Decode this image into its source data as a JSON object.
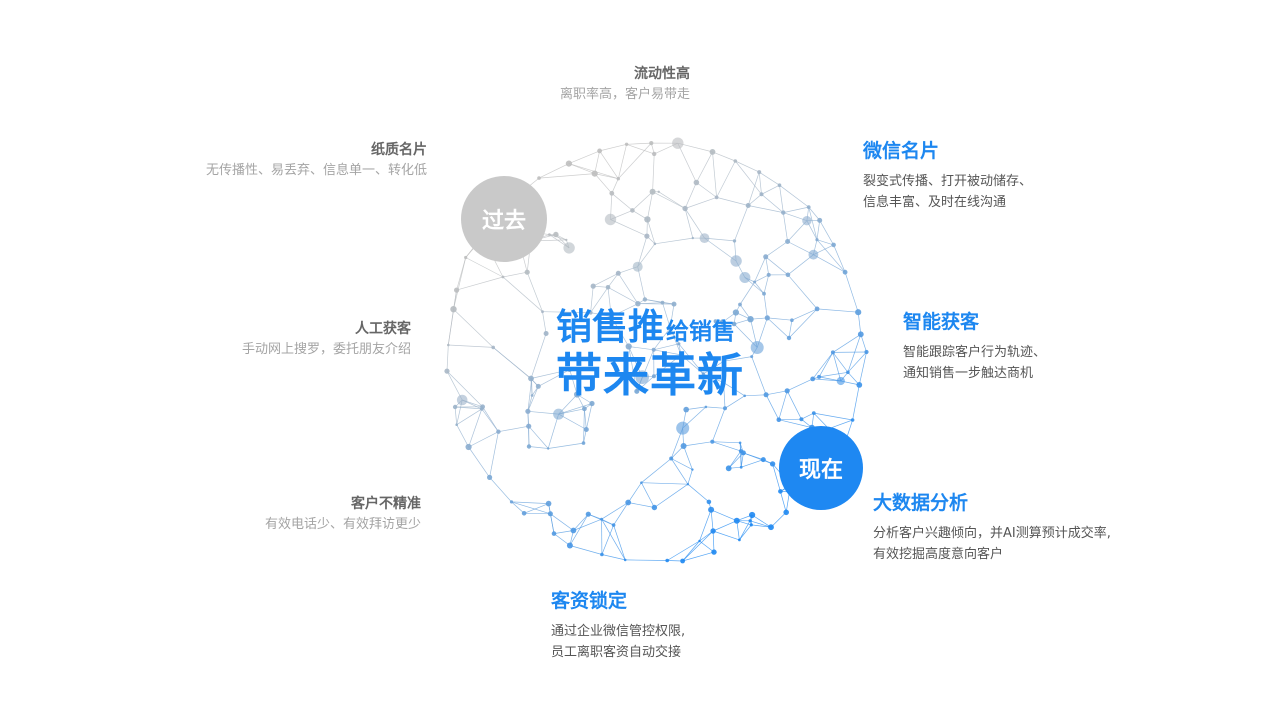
{
  "center": {
    "line1_big": "销售推",
    "line1_small": "给销售",
    "line2": "带来革新"
  },
  "badges": {
    "past": "过去",
    "now": "现在"
  },
  "past_points": [
    {
      "title": "流动性高",
      "desc": "离职率高，客户易带走"
    },
    {
      "title": "纸质名片",
      "desc": "无传播性、易丢弃、信息单一、转化低"
    },
    {
      "title": "人工获客",
      "desc": "手动网上搜罗，委托朋友介绍"
    },
    {
      "title": "客户不精准",
      "desc": "有效电话少、有效拜访更少"
    }
  ],
  "now_points": [
    {
      "title": "微信名片",
      "desc1": "裂变式传播、打开被动储存、",
      "desc2": "信息丰富、及时在线沟通"
    },
    {
      "title": "智能获客",
      "desc1": "智能跟踪客户行为轨迹、",
      "desc2": "通知销售一步触达商机"
    },
    {
      "title": "大数据分析",
      "desc1": "分析客户兴趣倾向，并AI测算预计成交率,",
      "desc2": "有效挖掘高度意向客户"
    },
    {
      "title": "客资锁定",
      "desc1": "通过企业微信管控权限,",
      "desc2": "员工离职客资自动交接"
    }
  ],
  "colors": {
    "accent": "#1e88f2",
    "past_gray": "#c9c9c9",
    "muted_text": "#a4a4a4"
  }
}
